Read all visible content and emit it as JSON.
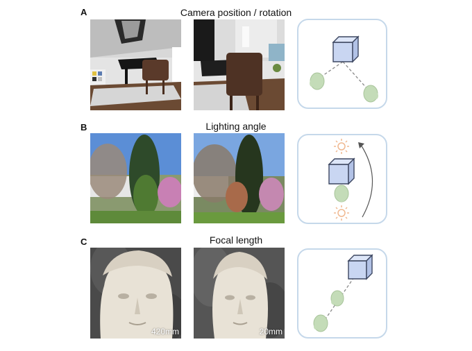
{
  "panels": [
    {
      "letter": "A",
      "title": "Camera position / rotation"
    },
    {
      "letter": "B",
      "title": "Lighting angle"
    },
    {
      "letter": "C",
      "title": "Focal length"
    }
  ],
  "focal_labels": {
    "left": "420mm",
    "right": "20mm"
  },
  "icons": {
    "cube": "cube-icon",
    "camera": "head-icon",
    "light": "sun-icon",
    "arrow": "curved-arrow-icon"
  },
  "colors": {
    "box_border": "#c5d8ea",
    "cube_fill": "#c9d6f2",
    "cube_stroke": "#3c4660",
    "head_fill": "#c4dcb8",
    "sun": "#f0b890"
  }
}
